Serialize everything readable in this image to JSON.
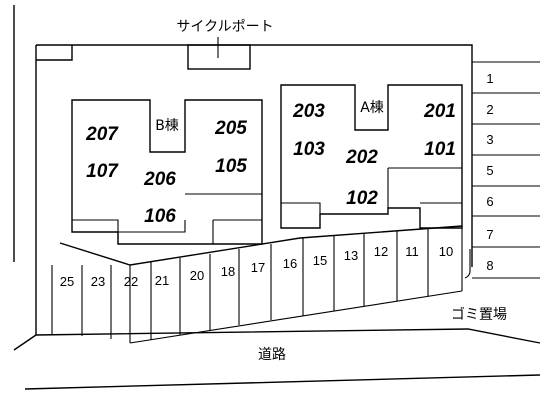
{
  "labels": {
    "cycle_port": "サイクルポート",
    "garbage": "ゴミ置場",
    "road": "道路",
    "wing_a": "A棟",
    "wing_b": "B棟"
  },
  "rooms": {
    "r201": "201",
    "r101": "101",
    "r202": "202",
    "r203": "203",
    "r103": "103",
    "r102": "102",
    "r205": "205",
    "r105": "105",
    "r206": "206",
    "r207": "207",
    "r107": "107",
    "r106": "106"
  },
  "parking": {
    "p1": "1",
    "p2": "2",
    "p3": "3",
    "p5": "5",
    "p6": "6",
    "p7": "7",
    "p8": "8",
    "p10": "10",
    "p11": "11",
    "p12": "12",
    "p13": "13",
    "p15": "15",
    "p16": "16",
    "p17": "17",
    "p18": "18",
    "p20": "20",
    "p21": "21",
    "p22": "22",
    "p23": "23",
    "p25": "25"
  }
}
